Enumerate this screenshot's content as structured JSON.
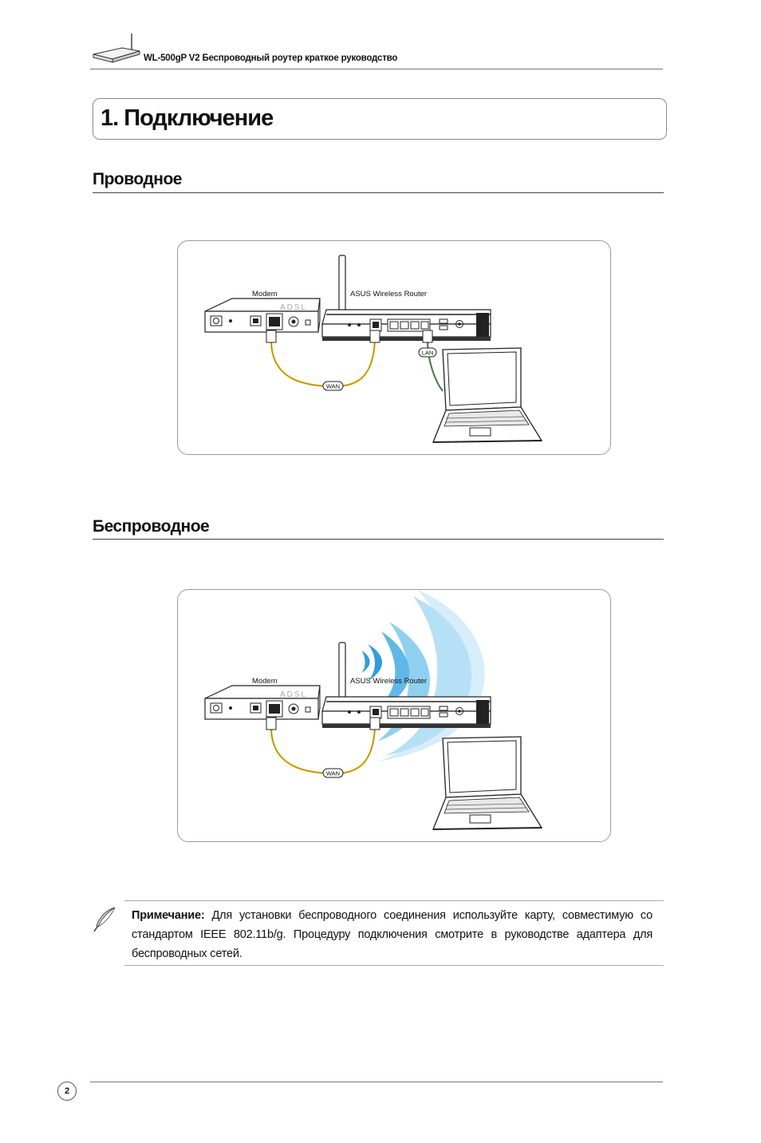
{
  "header": {
    "title": "WL-500gP V2 Беспроводный роутер краткое руководство"
  },
  "chapter": {
    "title": "1. Подключение"
  },
  "sections": [
    {
      "title": "Проводное",
      "diagram": {
        "modem_label": "Modem",
        "modem_brand": "ADSL",
        "router_label": "ASUS Wireless Router",
        "wan_label": "WAN",
        "lan_label": "LAN"
      }
    },
    {
      "title": "Беспроводное",
      "diagram": {
        "modem_label": "Modem",
        "modem_brand": "ADSL",
        "router_label": "ASUS Wireless Router",
        "wan_label": "WAN"
      }
    }
  ],
  "note": {
    "label": "Примечание:",
    "text": " Для установки беспроводного соединения используйте карту, совместимую со стандартом IEEE 802.11b/g. Процедуру подключения смотрите в руководстве адаптера для беспроводных сетей."
  },
  "footer": {
    "page_number": "2"
  },
  "colors": {
    "wan_cable": "#e8b400",
    "lan_cable": "#3a7a3a",
    "wave": "#7ec8ec"
  },
  "icons": {
    "header": "router-icon",
    "note": "feather-pen-icon"
  }
}
